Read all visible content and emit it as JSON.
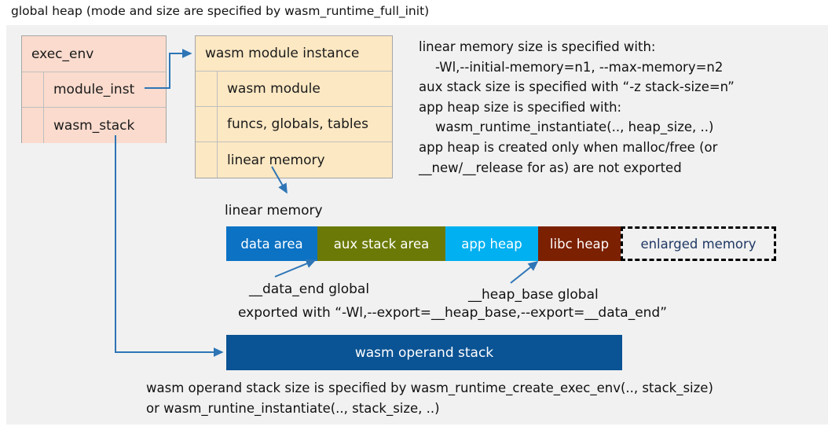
{
  "title": "global heap (mode and size are specified by wasm_runtime_full_init)",
  "colors": {
    "panel_bg": "#f1f1f1",
    "exec_env_fill": "#fadbcd",
    "module_fill": "#fce8c3",
    "box_border": "#a6a6a6",
    "arrow": "#2e75b6",
    "data_area": "#0b72c4",
    "aux_stack_area": "#6b7a06",
    "app_heap": "#00b0f0",
    "libc_heap": "#7b2000",
    "enlarged_memory_text": "#1f3864",
    "operand_stack": "#0a5394"
  },
  "exec_env": {
    "header": "exec_env",
    "rows": [
      {
        "label": "module_inst"
      },
      {
        "label": "wasm_stack"
      }
    ]
  },
  "module_instance": {
    "header": "wasm module instance",
    "rows": [
      {
        "label": "wasm module"
      },
      {
        "label": "funcs, globals, tables"
      },
      {
        "label": "linear memory"
      }
    ]
  },
  "notes": {
    "right_block": "linear memory size is specified with:\n    -Wl,--initial-memory=n1, --max-memory=n2\naux stack size is specified with “-z stack-size=n”\napp heap size is specified with:\n    wasm_runtime_instantiate(.., heap_size, ..)\napp heap is created only when malloc/free (or\n__new/__release for as) are not exported",
    "bottom_block": "wasm operand stack size is specified by wasm_runtime_create_exec_env(.., stack_size)\nor wasm_runtine_instantiate(.., stack_size, ..)"
  },
  "linear_memory": {
    "label": "linear memory",
    "segments": [
      {
        "name": "data area",
        "label": "data area",
        "color": "#0b72c4",
        "width": 116,
        "style": "solid"
      },
      {
        "name": "aux stack area",
        "label": "aux stack area",
        "color": "#6b7a06",
        "width": 163,
        "style": "solid"
      },
      {
        "name": "app heap",
        "label": "app heap",
        "color": "#00b0f0",
        "width": 118,
        "style": "solid"
      },
      {
        "name": "libc heap",
        "label": "libc heap",
        "color": "#7b2000",
        "width": 105,
        "style": "solid"
      },
      {
        "name": "enlarged memory",
        "label": "enlarged memory",
        "color": "#f1f1f1",
        "width": 198,
        "style": "dashed"
      }
    ]
  },
  "callouts": {
    "data_end": "__data_end global",
    "heap_base": "__heap_base global",
    "exported_with": "exported with “-Wl,--export=__heap_base,--export=__data_end”"
  },
  "operand_stack": {
    "label": "wasm operand stack"
  }
}
